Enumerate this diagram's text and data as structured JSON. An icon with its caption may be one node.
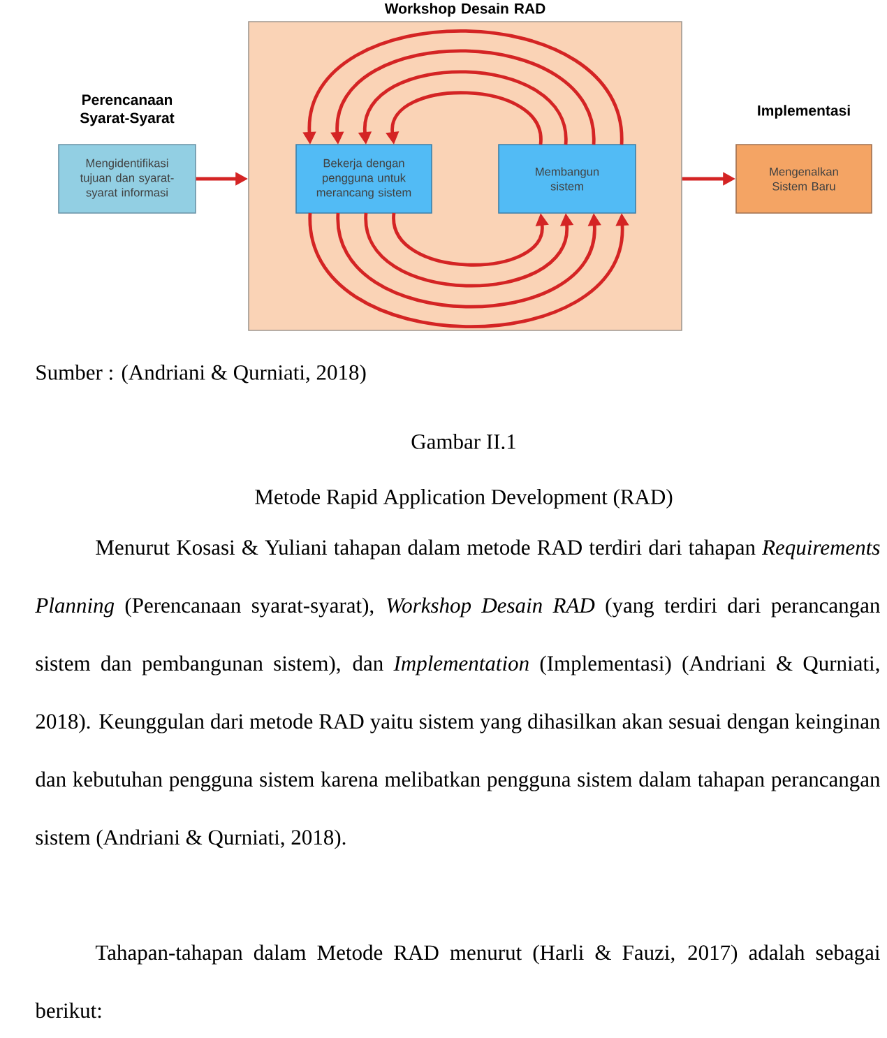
{
  "diagram": {
    "nodes": [
      {
        "text": [
          "Perencanaan Syarat-Syarat",
          "Mengidentifikasi tujuan dan syarat-syarat informasi"
        ]
      },
      {
        "text": [
          "Workshop Desain RAD"
        ]
      },
      {
        "text": [
          "Bekerja dengan pengguna untuk merancang sistem"
        ],
        "in": 1
      },
      {
        "text": [
          "Membangun sistem"
        ],
        "in": 1
      },
      {
        "text": [
          "Implementasi",
          "Mengenalkan Sistem Baru"
        ]
      }
    ],
    "edges": [
      {
        "from": 0,
        "to": 1,
        "arrow": "to"
      },
      {
        "from": 3,
        "to": 2,
        "arrow": "to"
      },
      {
        "from": 3,
        "to": 2,
        "arrow": "to"
      },
      {
        "from": 3,
        "to": 2,
        "arrow": "to"
      },
      {
        "from": 3,
        "to": 2,
        "arrow": "to"
      },
      {
        "from": 2,
        "to": 3,
        "arrow": "to"
      },
      {
        "from": 2,
        "to": 3,
        "arrow": "to"
      },
      {
        "from": 2,
        "to": 3,
        "arrow": "to"
      },
      {
        "from": 2,
        "to": 3,
        "arrow": "to"
      },
      {
        "from": 1,
        "to": 4,
        "arrow": "to"
      }
    ],
    "labels": [
      "Sumber : (Andriani & Qurniati, 2018)",
      "Gambar II.1",
      "Metode Rapid Application Development (RAD)",
      "Menurut Kosasi & Yuliani tahapan dalam metode RAD terdiri dari tahapan *Requirements Planning* (Perencanaan syarat-syarat), *Workshop Desain RAD* (yang terdiri dari perancangan sistem dan pembangunan sistem), dan *Implementation* (Implementasi) (Andriani & Qurniati, 2018). Keunggulan dari metode RAD yaitu sistem yang dihasilkan akan sesuai dengan keinginan dan kebutuhan pengguna sistem karena melibatkan pengguna sistem dalam tahapan perancangan sistem (Andriani & Qurniati, 2018).",
      "Tahapan-tahapan dalam Metode RAD menurut (Harli & Fauzi, 2017) adalah sebagai berikut:"
    ]
  }
}
